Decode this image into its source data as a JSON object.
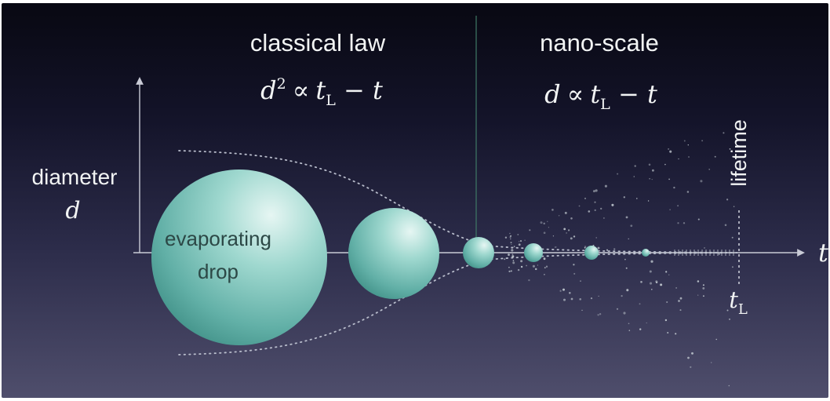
{
  "regions": {
    "classical": {
      "title": "classical law",
      "formula_lhs_var": "d",
      "formula_lhs_exp": "2",
      "formula_op": "∝",
      "formula_t": "t",
      "formula_sub": "L",
      "formula_tail": " − t"
    },
    "nano": {
      "title": "nano-scale",
      "formula_lhs_var": "d",
      "formula_op": "∝",
      "formula_t": "t",
      "formula_sub": "L",
      "formula_tail": " − t"
    }
  },
  "axes": {
    "y_label": "diameter",
    "y_symbol": "d",
    "x_symbol": "t",
    "lifetime_label": "lifetime",
    "tL_symbol": "t",
    "tL_sub": "L"
  },
  "drop": {
    "label_line1": "evaporating",
    "label_line2": "drop"
  },
  "colors": {
    "drop_light": "#e6f6f3",
    "drop_mid": "#7ec8be",
    "drop_dark": "#3f8f86",
    "text": "#f2f4f4"
  }
}
